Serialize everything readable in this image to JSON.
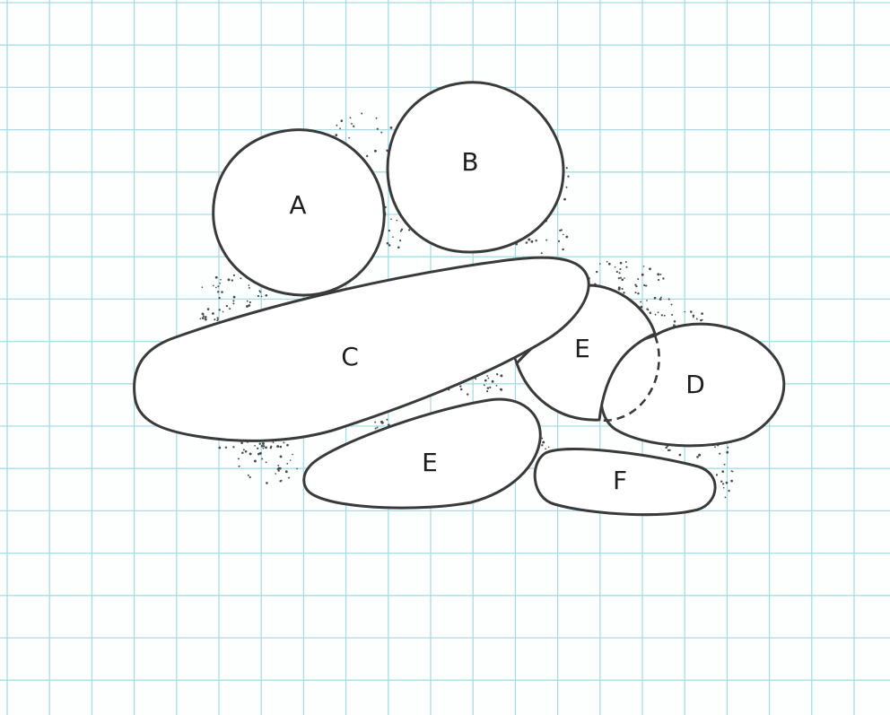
{
  "colors": {
    "paper": "#fdfefe",
    "grid": "#a6dde3",
    "outline": "#3a3a3a",
    "label": "#1e1e1e",
    "stipple": "#4a4a4a"
  },
  "shapes": [
    {
      "key": "a",
      "label": "A"
    },
    {
      "key": "b",
      "label": "B"
    },
    {
      "key": "c",
      "label": "C"
    },
    {
      "key": "e_upper",
      "label": "E"
    },
    {
      "key": "d",
      "label": "D"
    },
    {
      "key": "e_lower",
      "label": "E"
    },
    {
      "key": "f",
      "label": "F"
    }
  ]
}
